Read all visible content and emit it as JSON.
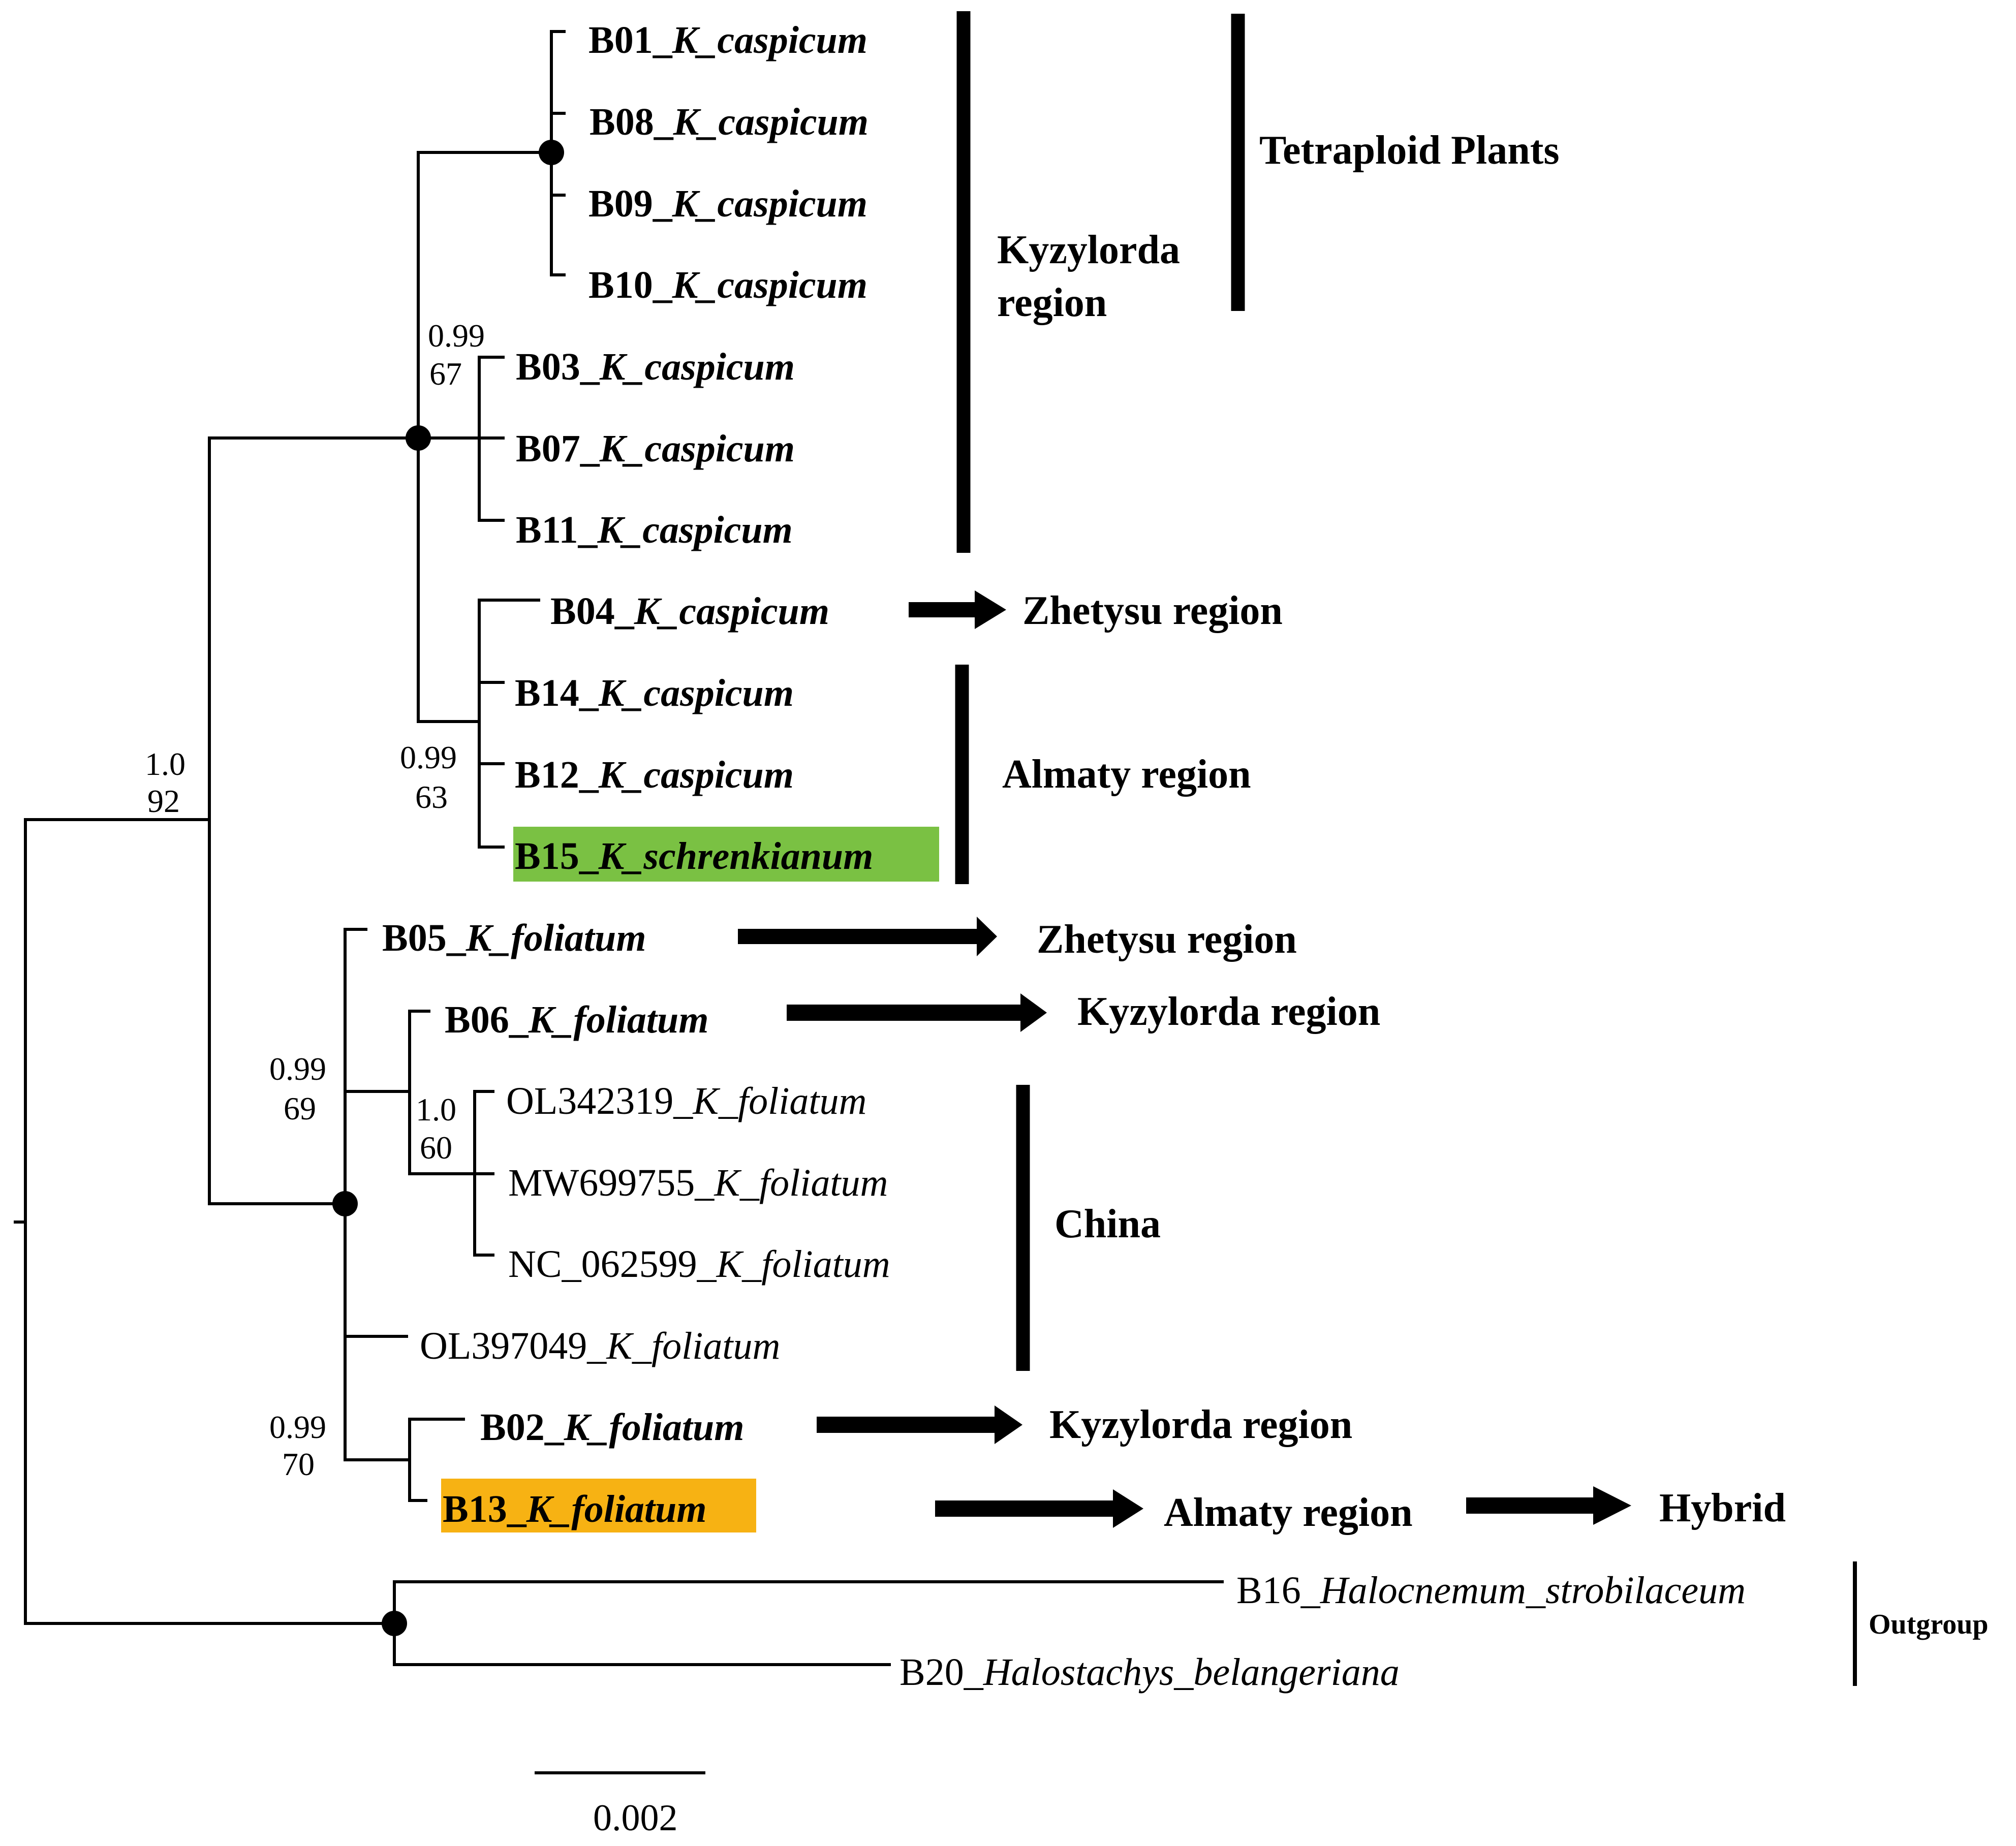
{
  "taxa": {
    "B01": {
      "code": "B01_",
      "species": "K_caspicum"
    },
    "B08": {
      "code": "B08_",
      "species": "K_caspicum"
    },
    "B09": {
      "code": "B09_",
      "species": "K_caspicum"
    },
    "B10": {
      "code": "B10_",
      "species": "K_caspicum"
    },
    "B03": {
      "code": "B03_",
      "species": "K_caspicum"
    },
    "B07": {
      "code": "B07_",
      "species": "K_caspicum"
    },
    "B11": {
      "code": "B11_",
      "species": "K_caspicum"
    },
    "B04": {
      "code": "B04_",
      "species": "K_caspicum"
    },
    "B14": {
      "code": "B14_",
      "species": "K_caspicum"
    },
    "B12": {
      "code": "B12_",
      "species": "K_caspicum"
    },
    "B15": {
      "code": "B15_",
      "species": "K_schrenkianum",
      "highlight": "#7ac143"
    },
    "B05": {
      "code": "B05_",
      "species": "K_foliatum"
    },
    "B06": {
      "code": "B06_",
      "species": "K_foliatum"
    },
    "OL342319": {
      "code": "OL342319_",
      "species": "K_foliatum"
    },
    "MW699755": {
      "code": "MW699755_",
      "species": "K_foliatum"
    },
    "NC_062599": {
      "code": "NC_062599_",
      "species": "K_foliatum"
    },
    "OL397049": {
      "code": "OL397049_",
      "species": "K_foliatum"
    },
    "B02": {
      "code": "B02_",
      "species": "K_foliatum"
    },
    "B13": {
      "code": "B13_",
      "species": "K_foliatum",
      "highlight": "#f7b213"
    },
    "B16": {
      "code": "B16_",
      "species": "Halocnemum_strobilaceum"
    },
    "B20": {
      "code": "B20_",
      "species": "Halostachys_belangeriana"
    }
  },
  "support": {
    "root_ingroup": {
      "pp": "1.0",
      "bs": "92"
    },
    "caspicum_clade": {
      "pp": "0.99",
      "bs": "67"
    },
    "almaty_clade": {
      "pp": "0.99",
      "bs": "63"
    },
    "foliatum_subclade": {
      "pp": "0.99",
      "bs": "69"
    },
    "china_clade": {
      "pp": "1.0",
      "bs": "60"
    },
    "b02_b13_clade": {
      "pp": "0.99",
      "bs": "70"
    }
  },
  "regions": {
    "tetraploid": "Tetraploid Plants",
    "kyzylorda_line1": "Kyzylorda",
    "kyzylorda_line2": "region",
    "zhetysu_b04": "Zhetysu region",
    "almaty_group": "Almaty region",
    "zhetysu_b05": "Zhetysu region",
    "kyzylorda_b06": "Kyzylorda region",
    "china": "China",
    "kyzylorda_b02": "Kyzylorda region",
    "almaty_b13": "Almaty region",
    "hybrid": "Hybrid",
    "outgroup": "Outgroup"
  },
  "scale_bar": {
    "label": "0.002"
  }
}
